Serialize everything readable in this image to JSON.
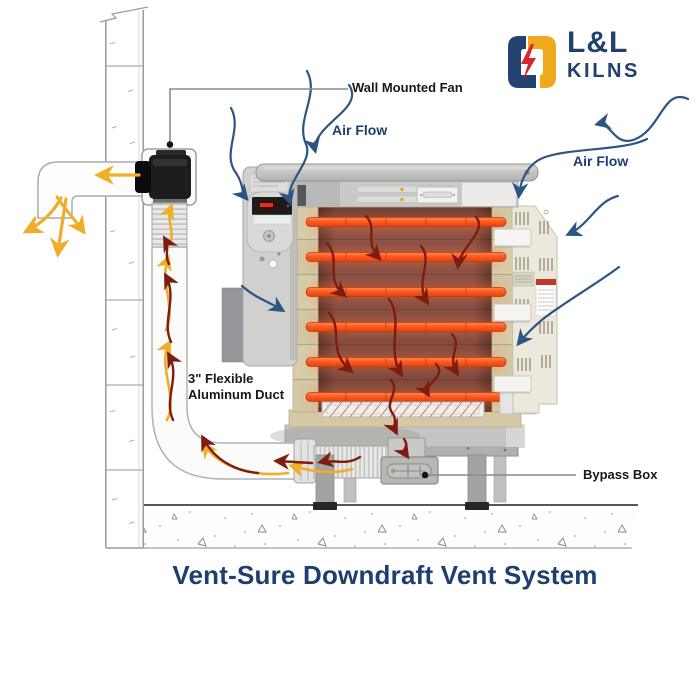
{
  "logo": {
    "primary": "L&L",
    "secondary": "KILNS",
    "navy": "#22406e",
    "gold": "#f0a81c",
    "red": "#d7262c"
  },
  "annotations": {
    "wall_mounted_fan": "Wall Mounted Fan",
    "air_flow_upper": "Air Flow",
    "air_flow_right": "Air Flow",
    "duct_line1": "3\" Flexible",
    "duct_line2": "Aluminum Duct",
    "bypass_box": "Bypass Box"
  },
  "title": "Vent-Sure Downdraft Vent System",
  "colors": {
    "label_navy": "#1d3e6e",
    "airflow_arrow_blue": "#2d5584",
    "hot_air_arrow_red": "#7e1c10",
    "exhaust_arrow_gold": "#f0ad28",
    "heating_element_orange": "#ff5a1e",
    "kiln_brick_tan": "#d8cca9",
    "kiln_interior_brown": "#8d5348"
  }
}
